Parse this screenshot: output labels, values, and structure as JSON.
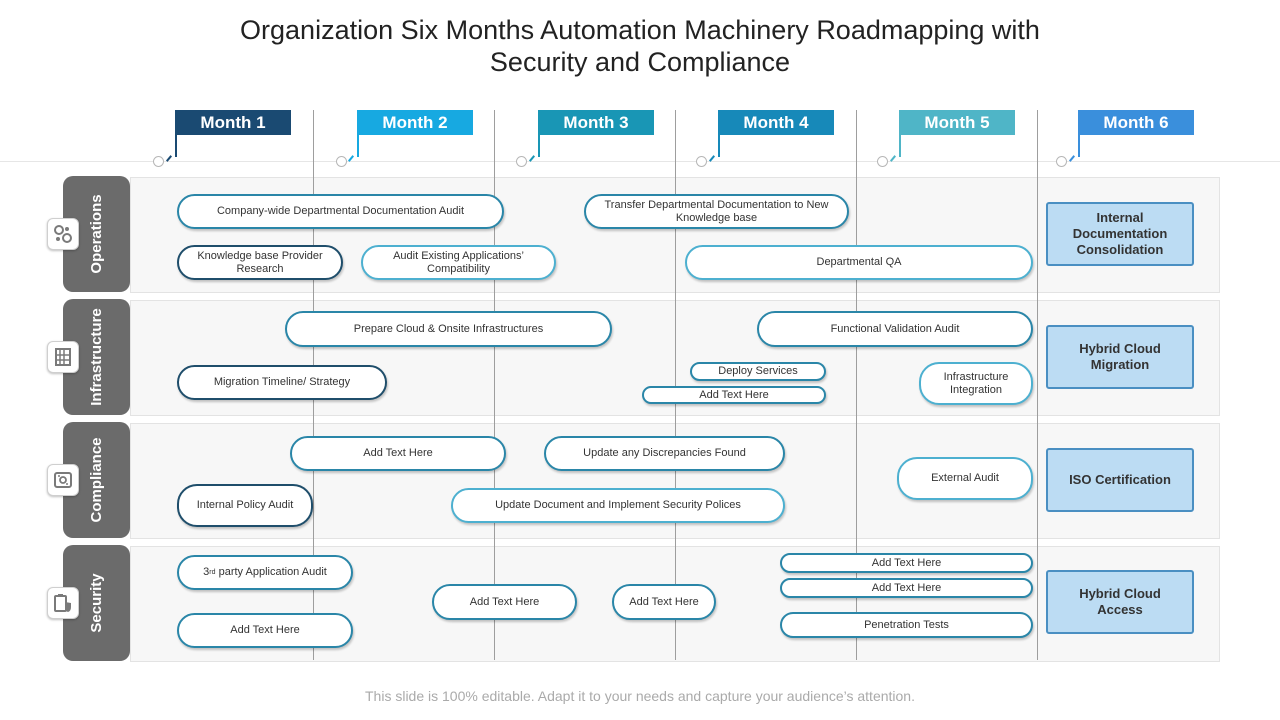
{
  "title": {
    "line1": "Organization Six Months Automation Machinery Roadmapping with",
    "line2": "Security and Compliance"
  },
  "months": [
    {
      "label": "Month 1",
      "color": "#1a4a72"
    },
    {
      "label": "Month 2",
      "color": "#17a9e1"
    },
    {
      "label": "Month 3",
      "color": "#1996b5"
    },
    {
      "label": "Month 4",
      "color": "#1789b9"
    },
    {
      "label": "Month 5",
      "color": "#4fb5c7"
    },
    {
      "label": "Month 6",
      "color": "#3a8fdc"
    }
  ],
  "categories": [
    {
      "label": "Operations",
      "icon": "gears-icon"
    },
    {
      "label": "Infrastructure",
      "icon": "server-icon"
    },
    {
      "label": "Compliance",
      "icon": "settings-panel-icon"
    },
    {
      "label": "Security",
      "icon": "clipboard-shield-icon"
    }
  ],
  "tasks": {
    "operations": {
      "t1": "Company-wide Departmental Documentation Audit",
      "t2": "Transfer Departmental Documentation to New Knowledge base",
      "t3": "Knowledge base Provider Research",
      "t4": "Audit Existing Applications’ Compatibility",
      "t5": "Departmental QA"
    },
    "infrastructure": {
      "t1": "Prepare Cloud & Onsite Infrastructures",
      "t2": "Functional Validation Audit",
      "t3": "Migration Timeline/ Strategy",
      "t4": "Deploy Services",
      "t5": "Add Text Here",
      "t6": "Infrastructure Integration"
    },
    "compliance": {
      "t1": "Add Text Here",
      "t2": "Update any Discrepancies Found",
      "t3": "Internal Policy Audit",
      "t4": "Update Document and Implement  Security Polices",
      "t5": "External Audit"
    },
    "security": {
      "t1_pre": "3",
      "t1_sup": "rd",
      "t1_post": " party Application Audit",
      "t2": "Add Text Here",
      "t3": "Add Text Here",
      "t4": "Add Text Here",
      "t5": "Add Text Here",
      "t6": "Add Text Here",
      "t7": "Penetration Tests"
    }
  },
  "outcomes": [
    "Internal Documentation Consolidation",
    "Hybrid Cloud Migration",
    "ISO Certification",
    "Hybrid Cloud Access"
  ],
  "footer": "This slide is 100% editable. Adapt it to your needs and capture your audience’s attention."
}
